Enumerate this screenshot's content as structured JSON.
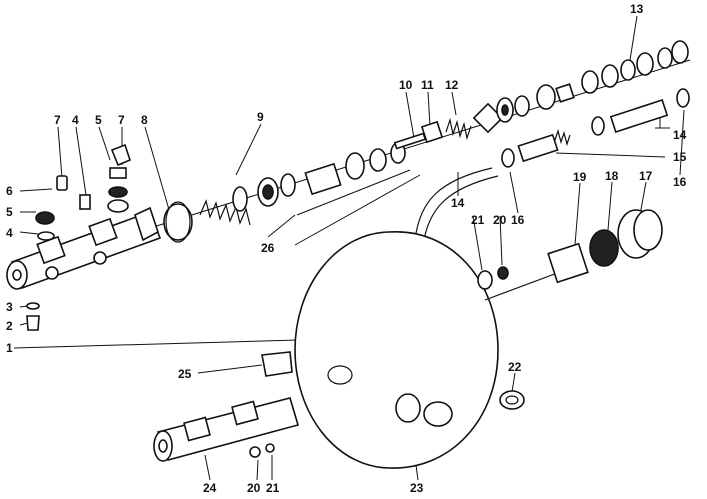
{
  "callouts": {
    "c1": "1",
    "c2": "2",
    "c3": "3",
    "c4a": "4",
    "c4b": "4",
    "c5a": "5",
    "c5b": "5",
    "c6": "6",
    "c7a": "7",
    "c7b": "7",
    "c8": "8",
    "c9": "9",
    "c10": "10",
    "c11": "11",
    "c12": "12",
    "c13": "13",
    "c14a": "14",
    "c14b": "14",
    "c15": "15",
    "c16a": "16",
    "c16b": "16",
    "c17": "17",
    "c18": "18",
    "c19": "19",
    "c20a": "20",
    "c20b": "20",
    "c21a": "21",
    "c21b": "21",
    "c22": "22",
    "c23": "23",
    "c24": "24",
    "c25": "25",
    "c26": "26"
  }
}
